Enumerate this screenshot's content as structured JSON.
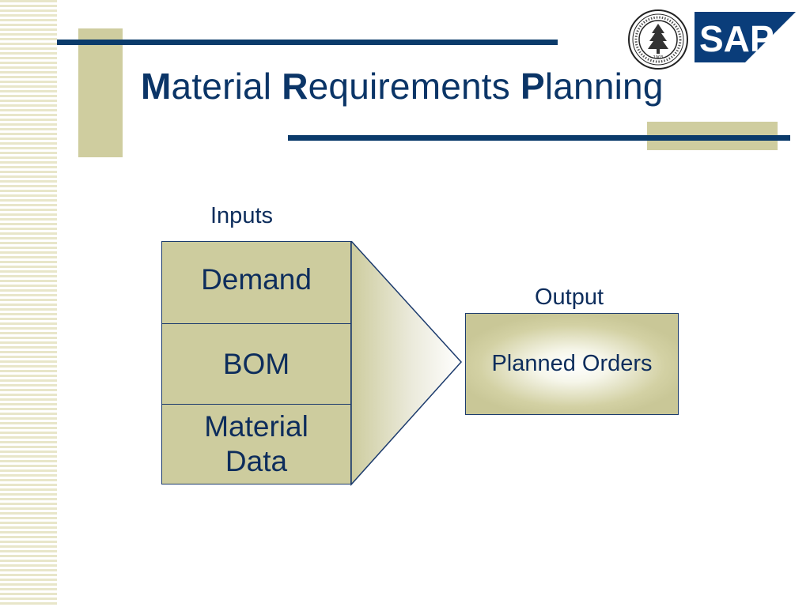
{
  "slide": {
    "title": {
      "w1_initial": "M",
      "w1_rest": "aterial ",
      "w2_initial": "R",
      "w2_rest": "equirements ",
      "w3_initial": "P",
      "w3_rest": "lanning"
    },
    "logos": {
      "sap_text": "SAP",
      "seal_year": "1903"
    }
  },
  "diagram": {
    "inputs_label": "Inputs",
    "inputs": [
      "Demand",
      "BOM",
      "Material\nData"
    ],
    "output_label": "Output",
    "output": "Planned Orders"
  },
  "colors": {
    "navy": "#0b3b6b",
    "tan": "#cdcc9e",
    "title_text": "#0b3567",
    "stripe": "#e8e6c9"
  }
}
